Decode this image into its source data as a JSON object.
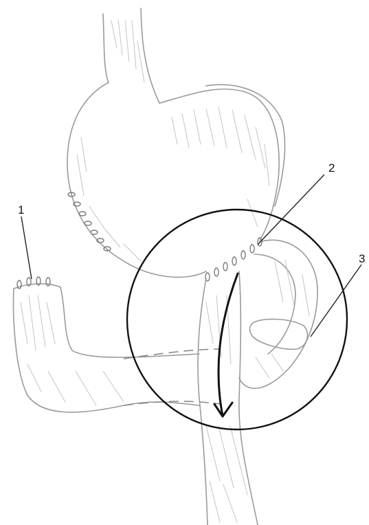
{
  "labels": [
    {
      "id": "1",
      "text": "1"
    },
    {
      "id": "2",
      "text": "2"
    },
    {
      "id": "3",
      "text": "3"
    }
  ],
  "colors": {
    "outline": "#9a9a9a",
    "hatch": "#c4c4c4",
    "staple": "#7a7a7a",
    "leader": "#222222",
    "circle": "#111111",
    "arrow": "#111111"
  }
}
